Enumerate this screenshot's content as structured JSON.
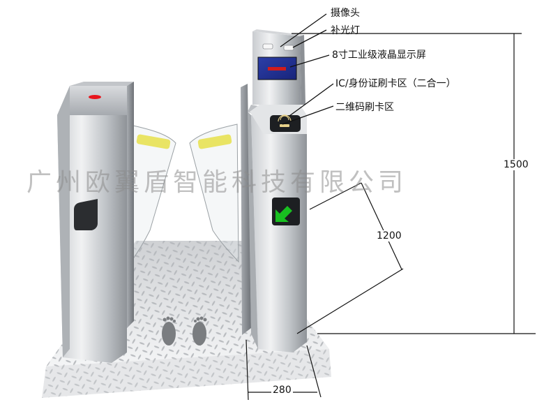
{
  "labels": {
    "camera": "摄像头",
    "fill_light": "补光灯",
    "lcd_screen": "8寸工业级液晶显示屏",
    "ic_card_area": "IC/身份证刷卡区（二合一）",
    "qr_card_area": "二维码刷卡区"
  },
  "dimensions": {
    "height": "1500",
    "depth": "1200",
    "width": "280"
  },
  "watermark": "广州欧翼盾智能科技有限公司",
  "colors": {
    "steel_light": "#e4e6e8",
    "steel_dark": "#8f9398",
    "screen_blue": "#1f2f8f",
    "arrow_green": "#18c020",
    "indicator_red": "#e8141c",
    "glass_yellow": "#e6e04a"
  },
  "icons": {
    "arrow": "green-arrow-icon",
    "card": "card-reader-icon",
    "feet": "footprints-icon"
  }
}
